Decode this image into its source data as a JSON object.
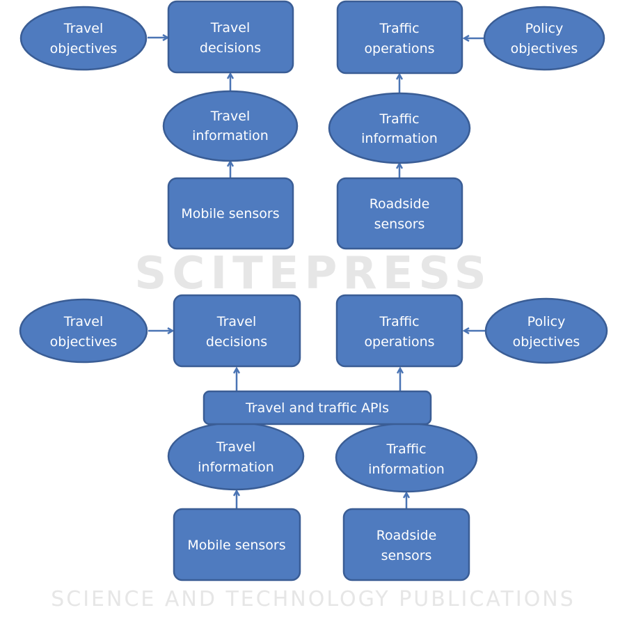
{
  "watermark": {
    "line1": "SCITEPRESS",
    "line2": "SCIENCE AND TECHNOLOGY PUBLICATIONS"
  },
  "top": {
    "travel_objectives": [
      "Travel",
      "objectives"
    ],
    "travel_decisions": [
      "Travel",
      "decisions"
    ],
    "traffic_operations": [
      "Traffic",
      "operations"
    ],
    "policy_objectives": [
      "Policy",
      "objectives"
    ],
    "travel_information": [
      "Travel",
      "information"
    ],
    "traffic_information": [
      "Traffic",
      "information"
    ],
    "mobile_sensors": [
      "Mobile sensors"
    ],
    "roadside_sensors": [
      "Roadside",
      "sensors"
    ]
  },
  "bottom": {
    "travel_objectives": [
      "Travel",
      "objectives"
    ],
    "travel_decisions": [
      "Travel",
      "decisions"
    ],
    "traffic_operations": [
      "Traffic",
      "operations"
    ],
    "policy_objectives": [
      "Policy",
      "objectives"
    ],
    "apis": [
      "Travel and traffic APIs"
    ],
    "travel_information": [
      "Travel",
      "information"
    ],
    "traffic_information": [
      "Traffic",
      "information"
    ],
    "mobile_sensors": [
      "Mobile sensors"
    ],
    "roadside_sensors": [
      "Roadside",
      "sensors"
    ]
  },
  "colors": {
    "fill": "#4f7bbf",
    "stroke": "#3a5d95",
    "arrow": "#4a74b4"
  }
}
